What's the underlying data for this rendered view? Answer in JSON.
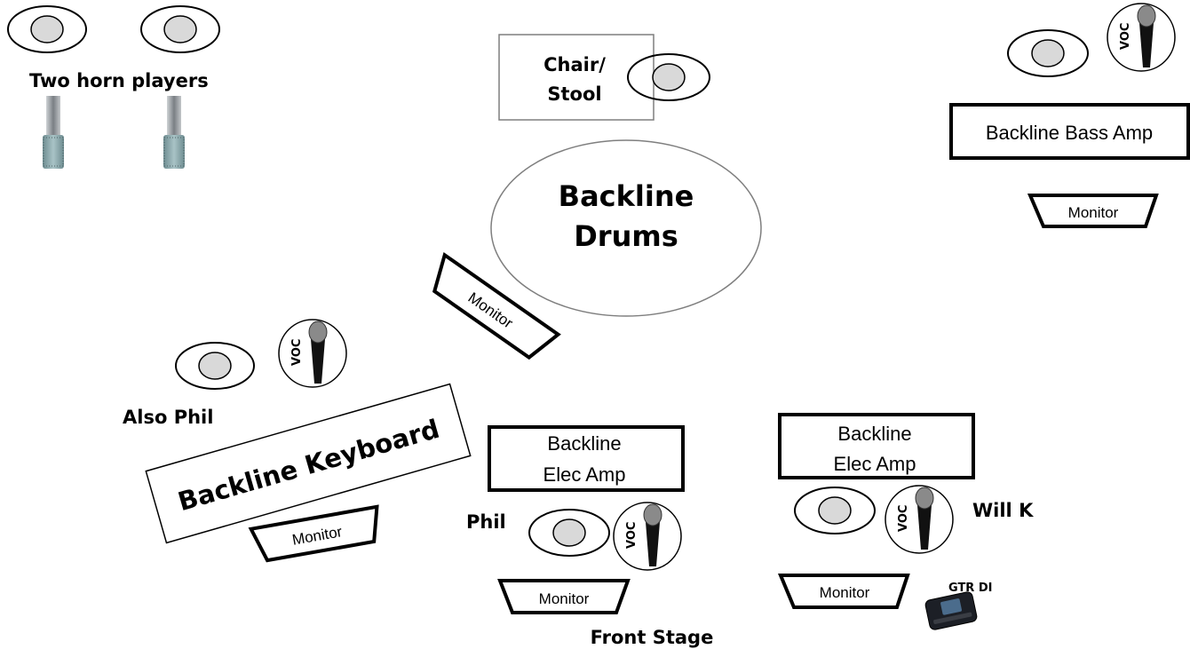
{
  "labels": {
    "horn_players": "Two horn players",
    "chair_stool_1": "Chair/",
    "chair_stool_2": "Stool",
    "drums_1": "Backline",
    "drums_2": "Drums",
    "bass_amp": "Backline Bass Amp",
    "keyboard": "Backline Keyboard",
    "elec_amp_left_1": "Backline",
    "elec_amp_left_2": "Elec  Amp",
    "elec_amp_right_1": "Backline",
    "elec_amp_right_2": "Elec  Amp",
    "also_phil": "Also Phil",
    "phil": "Phil",
    "will_k": "Will K",
    "gtr_di": "GTR DI",
    "front_stage": "Front Stage",
    "voc": "VOC",
    "monitor": "Monitor"
  },
  "colors": {
    "stroke": "#000000",
    "performer_fill": "#d9d9d9",
    "chair_border": "#7f7f7f",
    "drum_border": "#7f7f7f",
    "mic_gray": "#8a8a8a"
  },
  "icons": {
    "performer": "performer-ellipse-icon",
    "vocal_mic": "vocal-mic-icon",
    "horn_mic": "horn-mic-icon",
    "monitor": "monitor-wedge-icon",
    "di_box": "di-box-icon"
  }
}
